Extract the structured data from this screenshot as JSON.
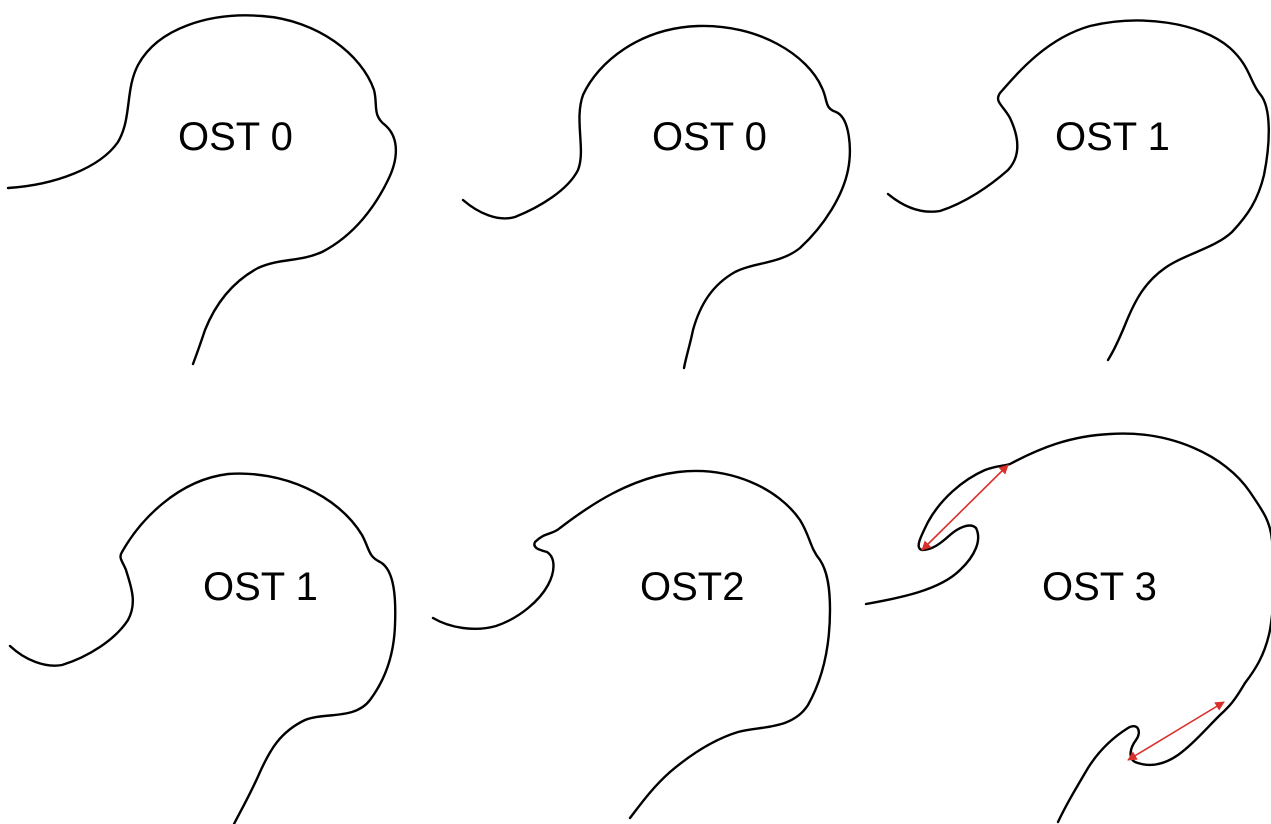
{
  "figure": {
    "panels": [
      {
        "label": "OST 0"
      },
      {
        "label": "OST 0"
      },
      {
        "label": "OST 1"
      },
      {
        "label": "OST 1"
      },
      {
        "label": "OST2"
      },
      {
        "label": "OST 3"
      }
    ],
    "outline_color": "#000000",
    "measurement_color": "#d9302c"
  }
}
